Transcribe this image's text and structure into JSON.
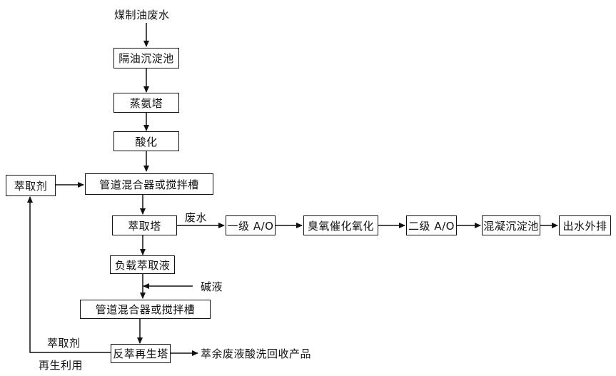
{
  "source": "煤制油废水",
  "steps": {
    "oil_separation": "隔油沉淀池",
    "ammonia_still": "蒸氨塔",
    "acidification": "酸化",
    "mixer_1": "管道混合器或搅拌槽",
    "extraction_tower": "萃取塔",
    "loaded_extractant": "负载萃取液",
    "mixer_2": "管道混合器或搅拌槽",
    "back_extraction": "反萃再生塔"
  },
  "extractant": "萃取剂",
  "wastewater_label": "废水",
  "alkali_label": "碱液",
  "recycle_label_top": "萃取剂",
  "recycle_label_bottom": "再生利用",
  "raffinate_label": "萃余废液酸洗回收产品",
  "treatment": {
    "ao1": "一级 A/O",
    "ozone": "臭氧催化氧化",
    "ao2": "二级 A/O",
    "coagulation": "混凝沉淀池",
    "discharge": "出水外排"
  },
  "colors": {
    "line": "#111111",
    "background": "#ffffff"
  }
}
